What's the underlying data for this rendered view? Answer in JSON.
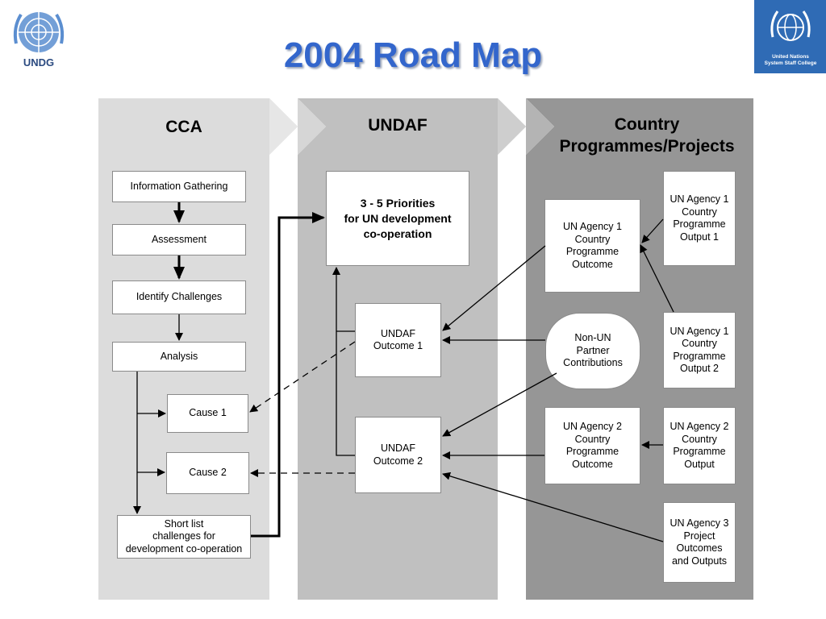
{
  "title": "2004 Road Map",
  "logos": {
    "left_text": "UNDG",
    "right_line1": "United Nations",
    "right_line2": "System Staff College"
  },
  "columns": {
    "cca": "CCA",
    "undaf": "UNDAF",
    "country_line1": "Country",
    "country_line2": "Programmes/Projects"
  },
  "cca_boxes": {
    "info": "Information Gathering",
    "assessment": "Assessment",
    "identify": "Identify Challenges",
    "analysis": "Analysis",
    "cause1": "Cause 1",
    "cause2": "Cause 2",
    "shortlist": "Short list\nchallenges for\ndevelopment co-operation"
  },
  "undaf_boxes": {
    "priorities": "3 - 5 Priorities\nfor UN development\nco-operation",
    "outcome1": "UNDAF\nOutcome 1",
    "outcome2": "UNDAF\nOutcome 2"
  },
  "country_boxes": {
    "a1_outcome": "UN Agency 1\nCountry\nProgramme\nOutcome",
    "a1_output1": "UN Agency 1\nCountry\nProgramme\nOutput 1",
    "non_un": "Non-UN\nPartner\nContributions",
    "a1_output2": "UN Agency 1\nCountry\nProgramme\nOutput 2",
    "a2_outcome": "UN Agency 2\nCountry\nProgramme\nOutcome",
    "a2_output": "UN Agency 2\nCountry\nProgramme\nOutput",
    "a3": "UN Agency 3\nProject\nOutcomes\nand Outputs"
  },
  "colors": {
    "title": "#3366cc",
    "col_cca": "#dcdcdc",
    "col_undaf": "#c0c0c0",
    "col_country": "#969696",
    "right_logo_bg": "#2f6bb5"
  }
}
